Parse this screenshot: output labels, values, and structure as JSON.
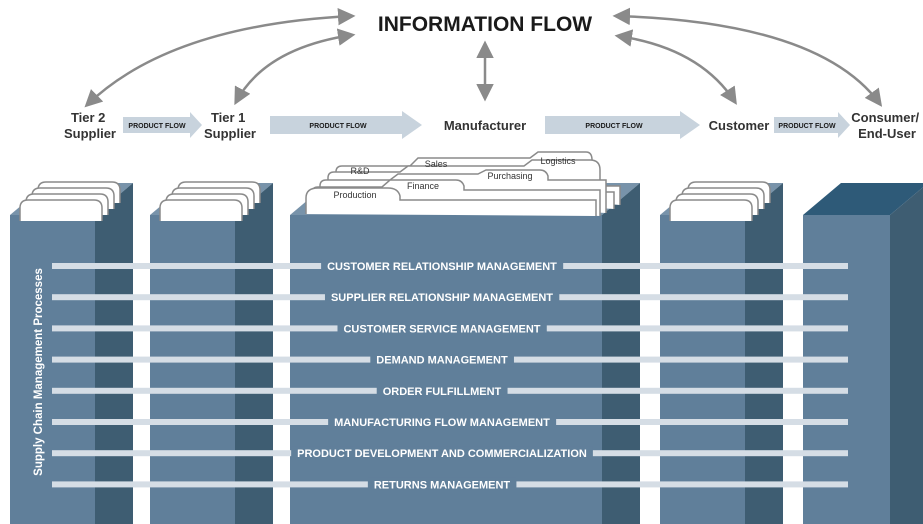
{
  "title": "INFORMATION FLOW",
  "entities": {
    "tier2": [
      "Tier 2",
      "Supplier"
    ],
    "tier1": [
      "Tier 1",
      "Supplier"
    ],
    "manufacturer": [
      "Manufacturer"
    ],
    "customer": [
      "Customer"
    ],
    "consumer": [
      "Consumer/",
      "End-User"
    ]
  },
  "product_flow_label": "PRODUCT FLOW",
  "functional_tabs": [
    "Logistics",
    "Sales",
    "R&D",
    "Purchasing",
    "Finance",
    "Production"
  ],
  "side_label": "Supply Chain Management Processes",
  "processes": [
    "CUSTOMER RELATIONSHIP MANAGEMENT",
    "SUPPLIER RELATIONSHIP MANAGEMENT",
    "CUSTOMER SERVICE MANAGEMENT",
    "DEMAND MANAGEMENT",
    "ORDER FULFILLMENT",
    "MANUFACTURING FLOW MANAGEMENT",
    "PRODUCT DEVELOPMENT AND COMMERCIALIZATION",
    "RETURNS MANAGEMENT"
  ],
  "colors": {
    "front": "#607f9a",
    "side": "#3e5d72",
    "top": "#7893aa",
    "consumer_top": "#2e5a78",
    "band": "#d5dde5",
    "arrow": "#8a8a8a",
    "text": "#333333",
    "title": "#1a1a1a",
    "flow_arrow": "#c8d3dd",
    "process_text": "#ffffff"
  }
}
